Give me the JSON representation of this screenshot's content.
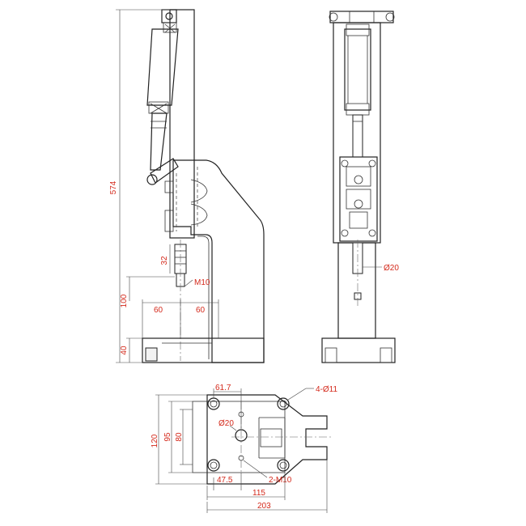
{
  "dimensions": {
    "overall_height": "574",
    "stroke": "32",
    "thread": "M10",
    "throat_height": "100",
    "throat_left": "60",
    "throat_right": "60",
    "base_height": "40",
    "rod_diameter": "Ø20",
    "hole_offset": "61.7",
    "mount_holes": "4-Ø11",
    "base_width_outer": "120",
    "base_width_mid": "95",
    "base_width_inner": "80",
    "center_hole": "Ø20",
    "tap_offset": "47.5",
    "tapped_holes": "2-M10",
    "center_to_end": "115",
    "base_length": "203"
  },
  "colors": {
    "dimension_text": "#d42a1c",
    "outline": "#222222"
  }
}
